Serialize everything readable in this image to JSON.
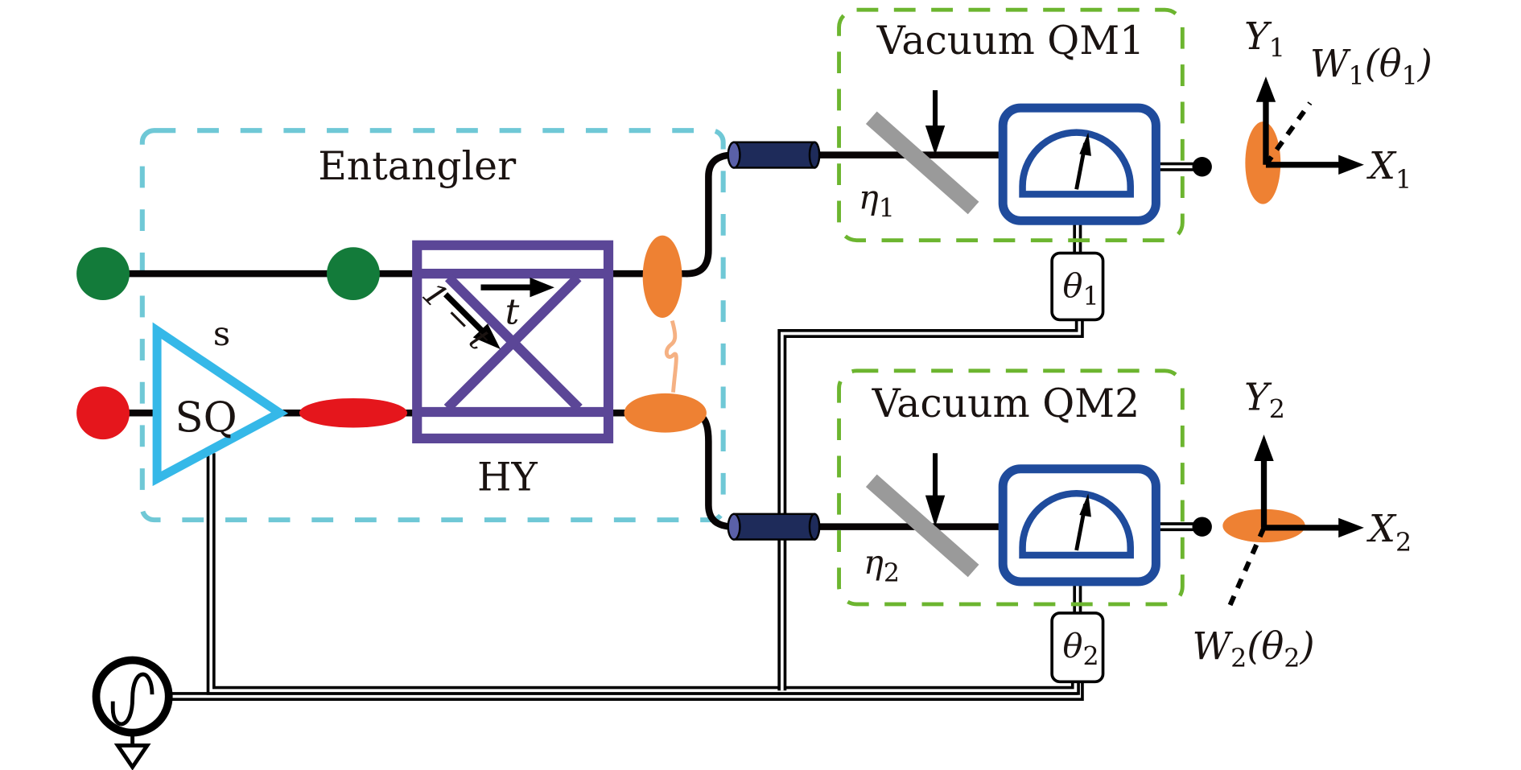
{
  "colors": {
    "entangler_border": "#6fc8d6",
    "qm_border": "#6cb52f",
    "hybrid_coupler": "#5b4697",
    "squeezer": "#35b8e8",
    "input_upper": "#137b3a",
    "input_lower": "#e5161c",
    "entangled_state": "#ee8133",
    "entanglement_link": "#f5b183",
    "fiber": "#1e2b5a",
    "fiber_end": "#5a60a8",
    "beamsplitter_loss": "#9a9a9a",
    "detector": "#1f4b9c",
    "wire": "#080405"
  },
  "entangler": {
    "title": "Entangler",
    "squeezer_label": "SQ",
    "squeeze_param": "s",
    "coupler_label": "HY",
    "transmission_label": "t",
    "reflection_label": "1 − t"
  },
  "qm1": {
    "title": "Vacuum QM1",
    "efficiency": "η",
    "efficiency_sub": "1",
    "phase": "θ",
    "phase_sub": "1",
    "axis_y": "Y",
    "axis_y_sub": "1",
    "axis_x": "X",
    "axis_x_sub": "1",
    "quadrature": "W",
    "quadrature_sub": "1",
    "quadrature_arg": "(θ",
    "quadrature_arg_sub": "1",
    "quadrature_close": ")"
  },
  "qm2": {
    "title": "Vacuum QM2",
    "efficiency": "η",
    "efficiency_sub": "2",
    "phase": "θ",
    "phase_sub": "2",
    "axis_y": "Y",
    "axis_y_sub": "2",
    "axis_x": "X",
    "axis_x_sub": "2",
    "quadrature": "W",
    "quadrature_sub": "2",
    "quadrature_arg": "(θ",
    "quadrature_arg_sub": "2",
    "quadrature_close": ")"
  },
  "icons": {
    "source": "ac-signal-source-icon",
    "ground": "ground-icon",
    "detector": "homodyne-meter-icon"
  }
}
